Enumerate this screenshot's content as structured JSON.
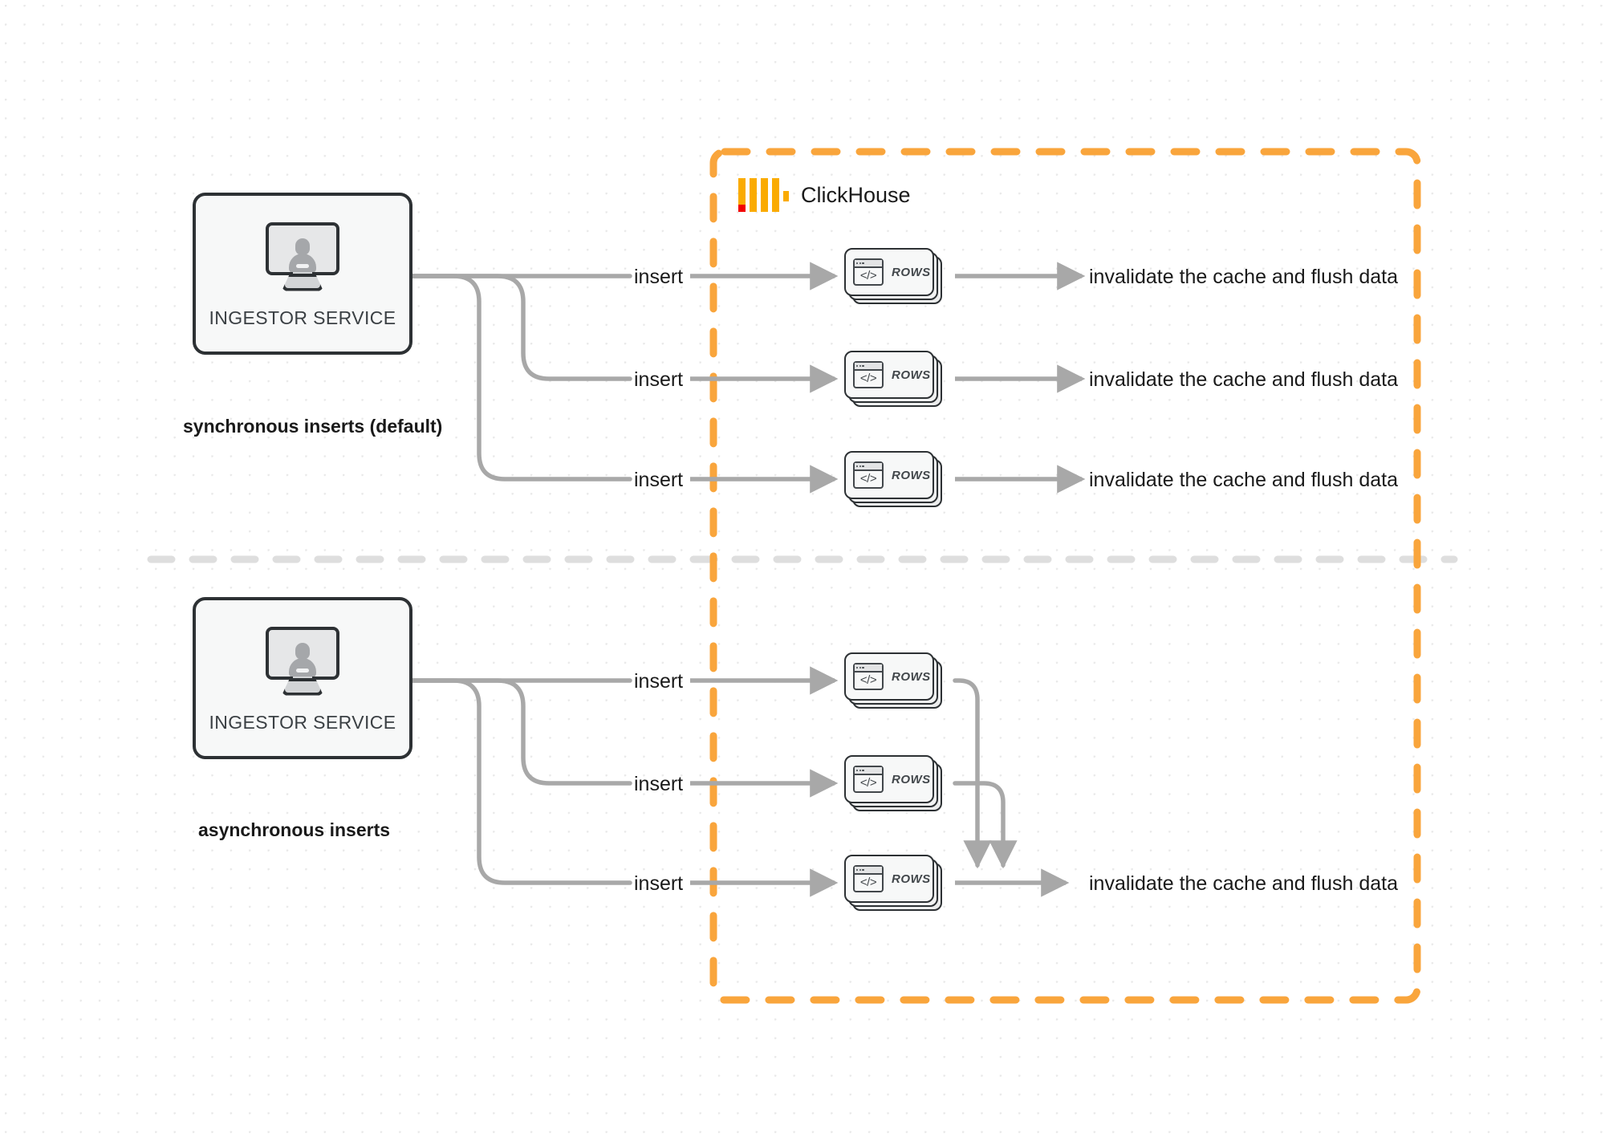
{
  "diagram": {
    "title": "ClickHouse synchronous vs asynchronous inserts",
    "colors": {
      "brand_orange": "#faab00",
      "border_orange": "#f9a53c",
      "connector_gray": "#a8a8a8",
      "box_outline": "#2d3134",
      "text_dark": "#1a1a1a",
      "divider_gray": "#dedede"
    }
  },
  "clickhouse": {
    "name": "ClickHouse",
    "logo_icon": "clickhouse-logo-icon"
  },
  "sections": [
    {
      "id": "synchronous",
      "caption": "synchronous inserts (default)",
      "service": {
        "label": "INGESTOR SERVICE",
        "icon": "monitor-user-icon"
      },
      "edges": [
        {
          "label": "insert",
          "target": "ROWS",
          "sink": "invalidate the cache and flush data"
        },
        {
          "label": "insert",
          "target": "ROWS",
          "sink": "invalidate the cache and flush data"
        },
        {
          "label": "insert",
          "target": "ROWS",
          "sink": "invalidate the cache and flush data"
        }
      ]
    },
    {
      "id": "asynchronous",
      "caption": "asynchronous inserts",
      "service": {
        "label": "INGESTOR SERVICE",
        "icon": "monitor-user-icon"
      },
      "edges": [
        {
          "label": "insert",
          "target": "ROWS"
        },
        {
          "label": "insert",
          "target": "ROWS"
        },
        {
          "label": "insert",
          "target": "ROWS"
        }
      ],
      "sink": "invalidate the cache and flush data"
    }
  ],
  "cards": {
    "rows_label": "ROWS",
    "code_glyph": "</>",
    "icon": "code-window-icon"
  }
}
